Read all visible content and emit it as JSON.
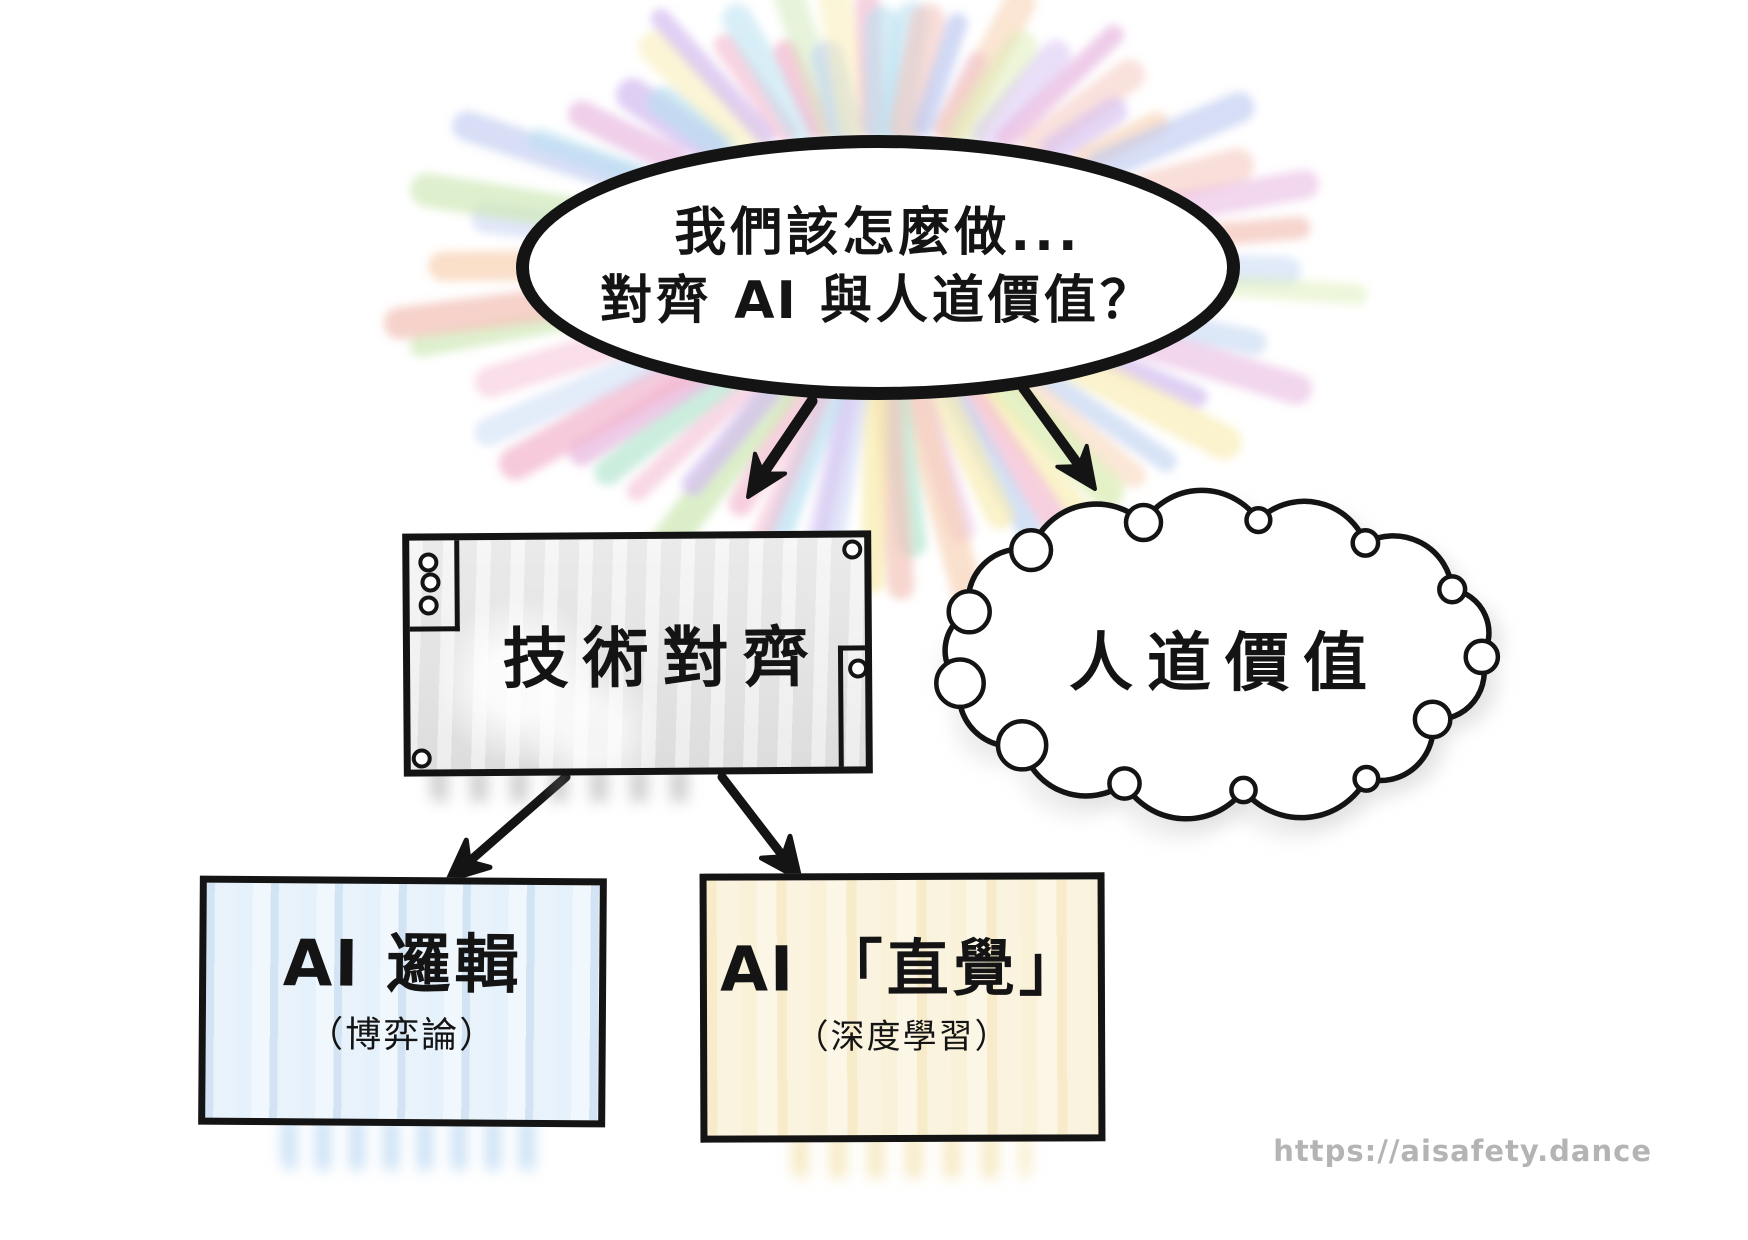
{
  "bubble": {
    "line1": "我們該怎麼做...",
    "line2_pre": "對齊 ",
    "line2_ai": "AI",
    "line2_post": " 與人道價值？"
  },
  "panel": {
    "label": "技術對齊"
  },
  "cloud": {
    "label": "人道價值"
  },
  "box_logic": {
    "ai": "AI",
    "label": " 邏輯",
    "sublabel": "（博弈論）"
  },
  "box_intuition": {
    "ai": "AI",
    "label": " 「直覺」",
    "sublabel": "（深度學習）"
  },
  "watermark": {
    "text": "https://aisafety.dance"
  },
  "colors": {
    "ink": "#141414",
    "panel_fill": "#ececec",
    "box_logic_fill": "#f0f7fd",
    "box_intuition_fill": "#fbf6e6",
    "watermark": "#b4b4b4",
    "cloud_shadow": "#d9d9d9",
    "ray_palette": [
      "#f3b8cf",
      "#f7cfae",
      "#f8ecae",
      "#cfe8b5",
      "#b8e6d2",
      "#b5dff0",
      "#bcc8f0",
      "#d4bdf0",
      "#e8b8e0",
      "#d9ecb0",
      "#f3c2b8",
      "#c3d6f2"
    ]
  }
}
